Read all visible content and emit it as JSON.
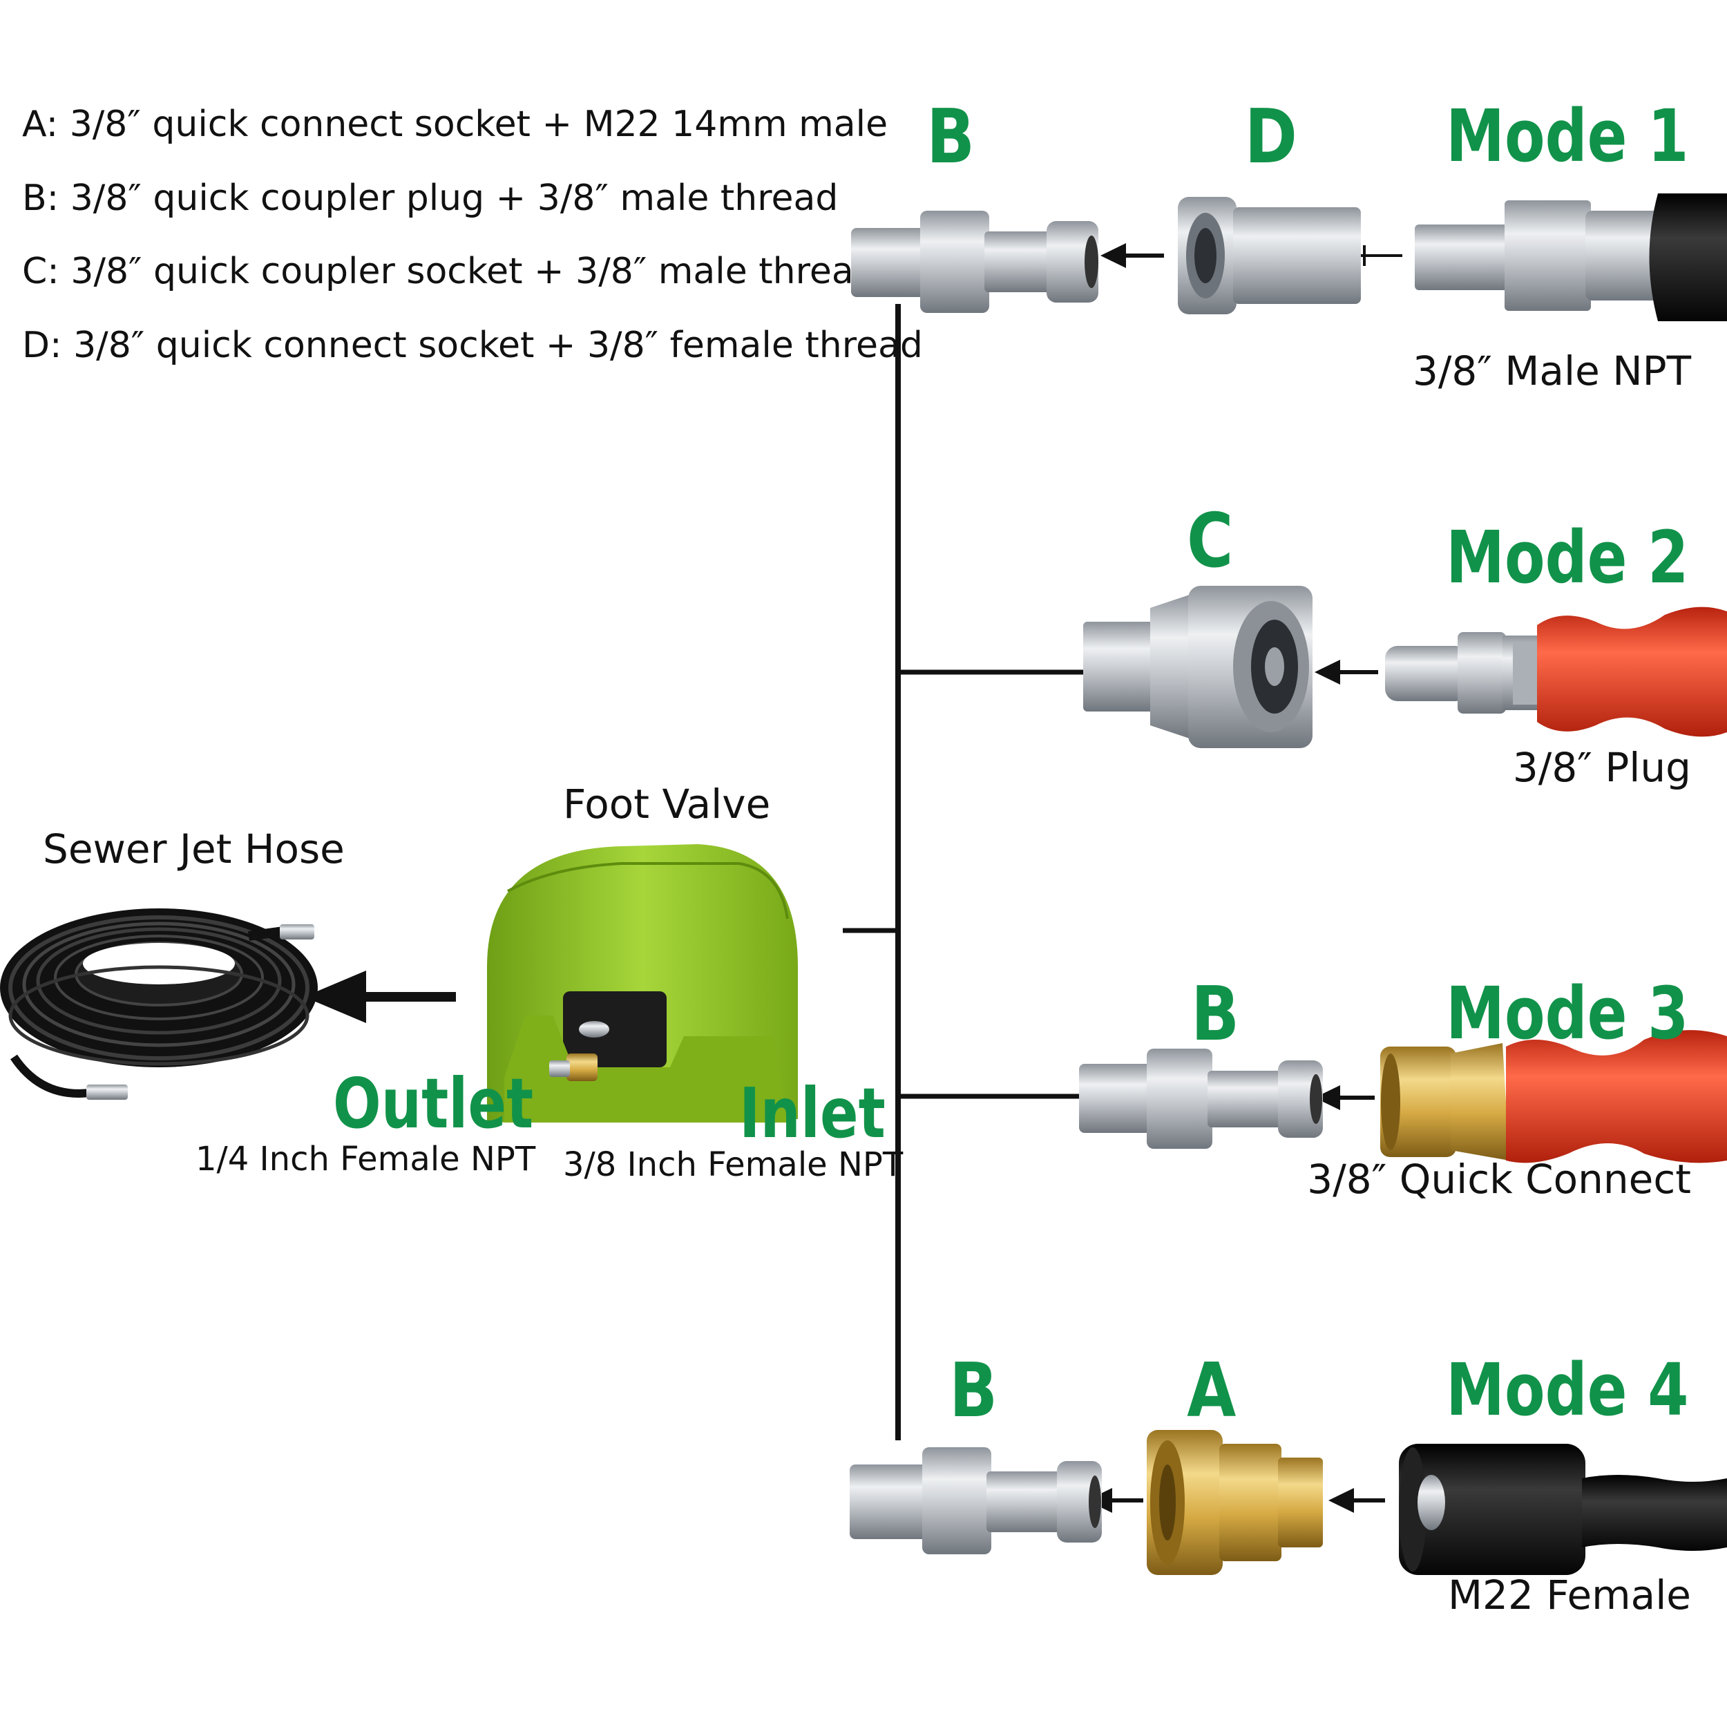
{
  "legend": [
    "A: 3/8″  quick connect socket + M22 14mm male",
    "B: 3/8″  quick coupler plug + 3/8″  male thread",
    "C: 3/8″  quick coupler socket + 3/8″  male thread",
    "D: 3/8″  quick connect socket + 3/8″  female thread"
  ],
  "modes": [
    {
      "label": "Mode 1",
      "letters": [
        "B",
        "D"
      ],
      "caption": "3/8″  Male NPT",
      "hose_color": "#1a1a1a"
    },
    {
      "label": "Mode 2",
      "letters": [
        "C"
      ],
      "caption": "3/8″  Plug",
      "hose_color": "#e8371f"
    },
    {
      "label": "Mode 3",
      "letters": [
        "B"
      ],
      "caption": "3/8″  Quick Connect",
      "hose_color": "#e8371f"
    },
    {
      "label": "Mode 4",
      "letters": [
        "B",
        "A"
      ],
      "caption": "M22 Female",
      "hose_color": "#1a1a1a"
    }
  ],
  "foot_valve": {
    "title": "Foot Valve",
    "outlet": {
      "label": "Outlet",
      "spec": "1/4 Inch Female NPT"
    },
    "inlet": {
      "label": "Inlet",
      "spec": "3/8 Inch Female NPT"
    },
    "body_color": "#8dc21f"
  },
  "sewer_hose": {
    "title": "Sewer Jet Hose"
  },
  "colors": {
    "accent_green": "#11924a",
    "steel": "#c9cdd2",
    "brass": "#d9b24a"
  }
}
